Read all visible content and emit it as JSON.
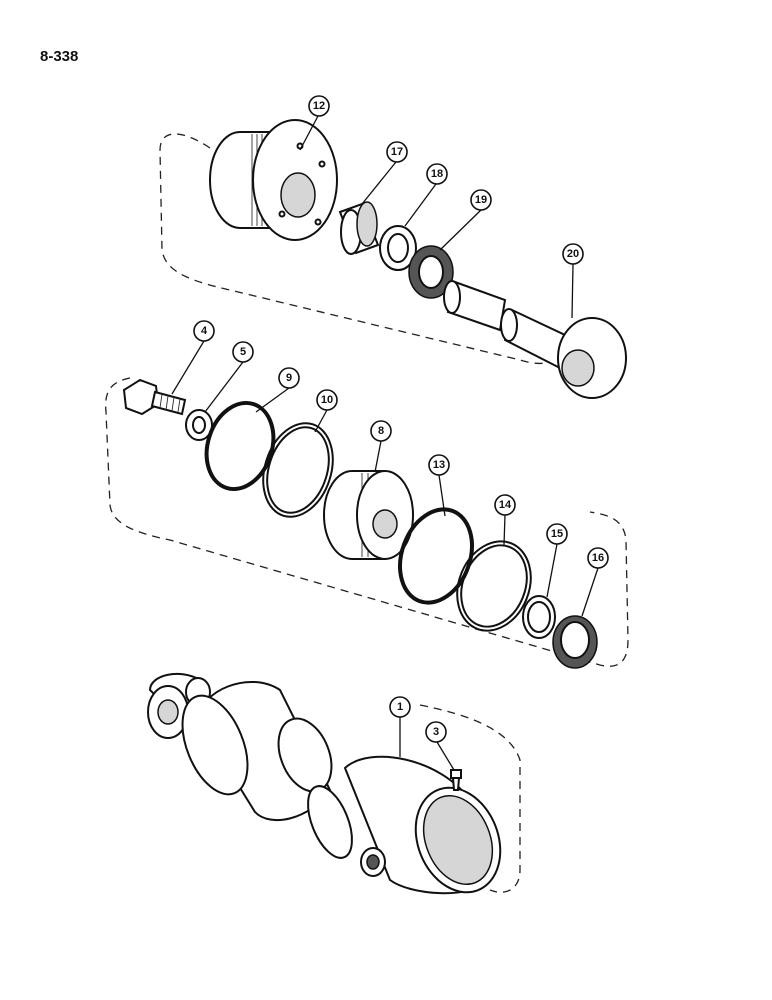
{
  "page": {
    "number": "8-338"
  },
  "callouts": [
    "12",
    "17",
    "18",
    "19",
    "20",
    "4",
    "5",
    "9",
    "10",
    "8",
    "13",
    "14",
    "15",
    "16",
    "1",
    "3"
  ]
}
